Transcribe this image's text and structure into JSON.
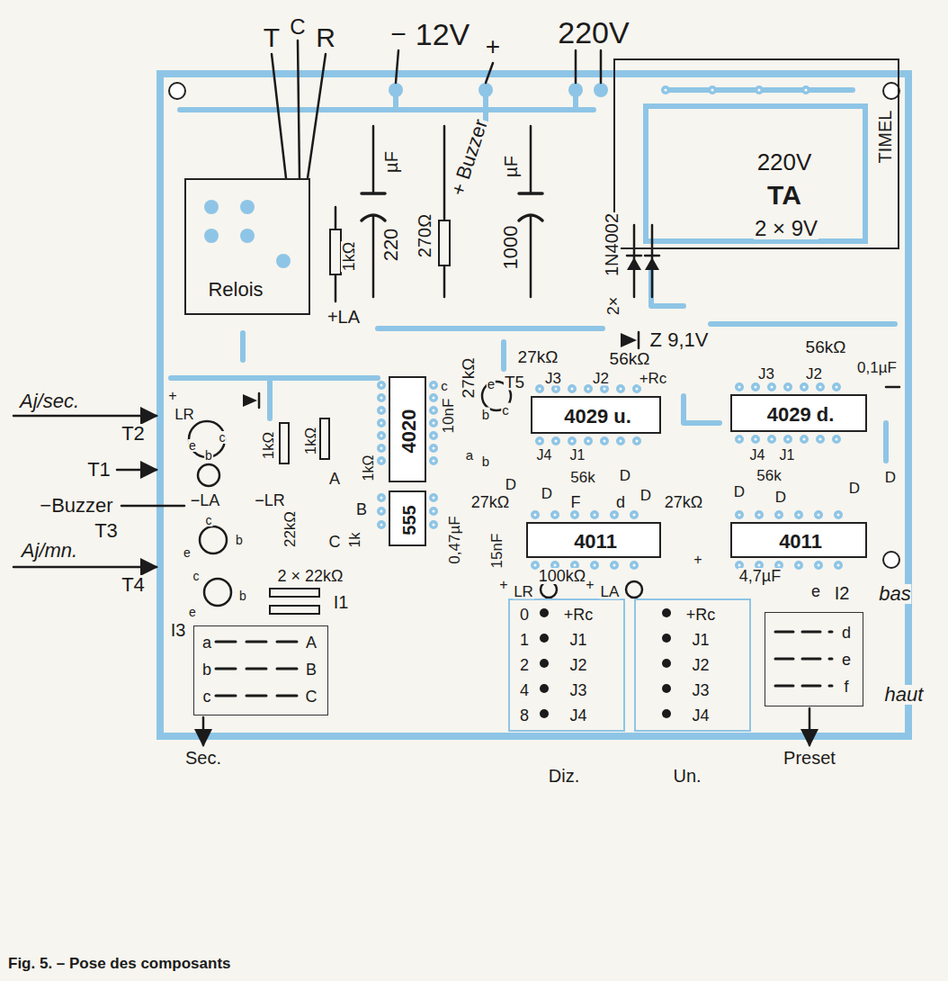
{
  "diagram": {
    "caption": "Fig. 5. – Pose des composants",
    "nodes": [
      {
        "text": [
          "Relois"
        ]
      },
      {
        "text": [
          "220V",
          "TA",
          "2 × 9V",
          "TIMEL"
        ]
      },
      {
        "text": [
          "4029 u."
        ]
      },
      {
        "text": [
          "4029 d."
        ]
      },
      {
        "text": [
          "4020"
        ]
      },
      {
        "text": [
          "555"
        ]
      },
      {
        "text": [
          "4011"
        ]
      },
      {
        "text": [
          "4011"
        ]
      },
      {
        "text": [
          "I1",
          "a",
          "b",
          "c",
          "A",
          "B",
          "C"
        ]
      },
      {
        "text": [
          "I2",
          "d",
          "e",
          "f"
        ]
      },
      {
        "text": [
          "0",
          "+Rc",
          "1",
          "J1",
          "2",
          "J2",
          "4",
          "J3",
          "8",
          "J4",
          "Diz."
        ]
      },
      {
        "text": [
          "+Rc",
          "J1",
          "J2",
          "J3",
          "J4",
          "Un."
        ]
      }
    ],
    "labels": [
      "T",
      "C",
      "R",
      "−",
      "12V",
      "+",
      "220V",
      "µF",
      "220",
      "270Ω",
      "+ Buzzer",
      "µF",
      "1000",
      "1N4002",
      "2×",
      "1kΩ",
      "+LA",
      "27kΩ",
      "T5",
      "e",
      "c",
      "b",
      "27kΩ",
      "56kΩ",
      "J3",
      "J2",
      "+Rc",
      "Z 9,1V",
      "56kΩ",
      "J3",
      "J2",
      "0,1µF",
      "J4",
      "J1",
      "D",
      "D",
      "56k",
      "D",
      "D",
      "J4",
      "J1",
      "56k",
      "D",
      "D",
      "D",
      "D",
      "27kΩ",
      "F",
      "d",
      "27kΩ",
      "15nF",
      "100kΩ",
      "+",
      "4,7µF",
      "0,47µF",
      "10nF",
      "c",
      "a",
      "b",
      "+",
      "LR",
      "e",
      "c",
      "b",
      "1kΩ",
      "1kΩ",
      "−LA",
      "−LR",
      "A",
      "B",
      "1kΩ",
      "C",
      "1k",
      "22kΩ",
      "2 × 22kΩ",
      "c",
      "b",
      "e",
      "c",
      "b",
      "e",
      "+",
      "LR",
      "+",
      "LA",
      "e",
      "bas",
      "haut",
      "I3",
      "Sec.",
      "Preset",
      "Aj/sec.",
      "T2",
      "T1",
      "−Buzzer",
      "T3",
      "Aj/mn.",
      "T4"
    ]
  }
}
